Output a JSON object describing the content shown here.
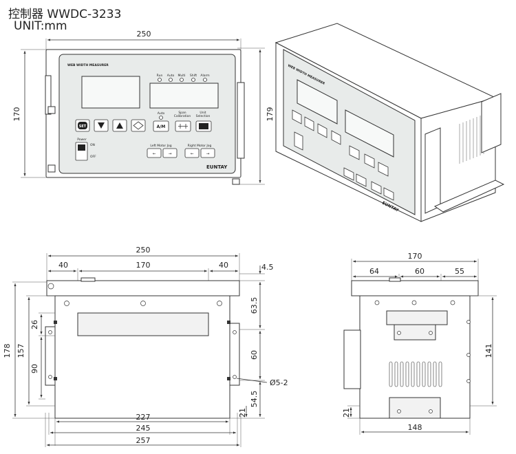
{
  "header": {
    "title": "控制器 WWDC-3233",
    "unit": "UNIT:mm"
  },
  "panel": {
    "title": "WEB WIDTH MEASURER",
    "brand": "EUNTAY",
    "led_labels": [
      "Run",
      "Auto",
      "Multi",
      "Shift",
      "Alarm"
    ],
    "set_button": "SET",
    "auto_label": "Auto",
    "auto_button": "A/M",
    "span_label": "Span\nCalibration",
    "unit_label": "Unit\nSelection",
    "power_label": "Power",
    "power_on": "ON",
    "power_off": "OFF",
    "left_jog": "Left Motor Jog",
    "right_jog": "Right Motor Jog"
  },
  "dims": {
    "front_width": "250",
    "front_height": "170",
    "front_height_right": "179",
    "top_total": "250",
    "top_left": "40",
    "top_mid": "170",
    "top_right": "40",
    "top_offset": "4.5",
    "h178": "178",
    "h157": "157",
    "h26": "26",
    "h90": "90",
    "h63_5": "63.5",
    "h60": "60",
    "h54_5": "54.5",
    "h21": "21",
    "hole": "Ø5-2",
    "b227": "227",
    "b245": "245",
    "b257": "257",
    "side_total": "170",
    "side_64": "64",
    "side_60": "60",
    "side_55": "55",
    "side_141": "141",
    "side_21": "21",
    "side_148": "148"
  }
}
